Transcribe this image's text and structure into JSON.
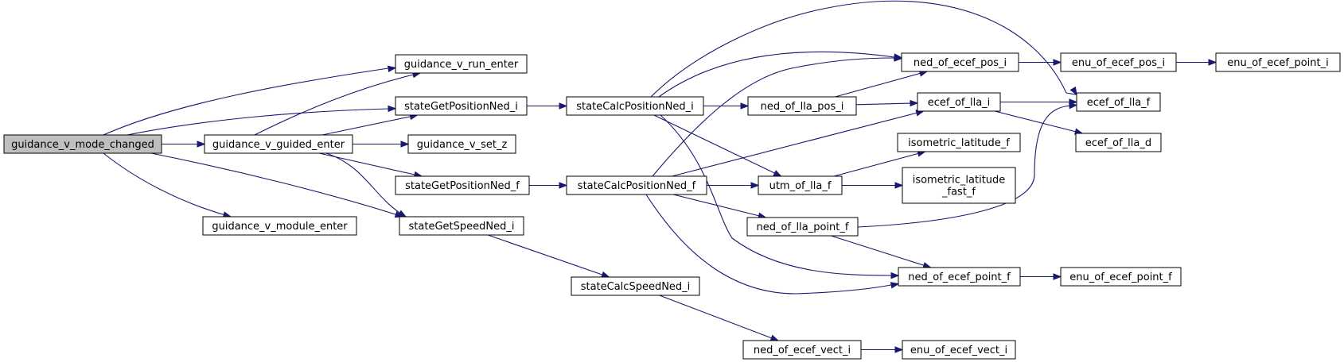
{
  "colors": {
    "edge": "#191970",
    "root_fill": "#bfbfbf",
    "node_fill": "#ffffff"
  },
  "nodes": [
    {
      "id": "root",
      "label": "guidance_v_mode_changed",
      "root": true
    },
    {
      "id": "run_enter",
      "label": "guidance_v_run_enter"
    },
    {
      "id": "guided_enter",
      "label": "guidance_v_guided_enter"
    },
    {
      "id": "module_enter",
      "label": "guidance_v_module_enter"
    },
    {
      "id": "get_pos_ned_i",
      "label": "stateGetPositionNed_i"
    },
    {
      "id": "set_z",
      "label": "guidance_v_set_z"
    },
    {
      "id": "get_pos_ned_f",
      "label": "stateGetPositionNed_f"
    },
    {
      "id": "get_speed_ned_i",
      "label": "stateGetSpeedNed_i"
    },
    {
      "id": "calc_pos_ned_i",
      "label": "stateCalcPositionNed_i"
    },
    {
      "id": "calc_pos_ned_f",
      "label": "stateCalcPositionNed_f"
    },
    {
      "id": "calc_speed_ned_i",
      "label": "stateCalcSpeedNed_i"
    },
    {
      "id": "ned_of_ecef_pos_i",
      "label": "ned_of_ecef_pos_i"
    },
    {
      "id": "ned_of_lla_pos_i",
      "label": "ned_of_lla_pos_i"
    },
    {
      "id": "ecef_of_lla_i",
      "label": "ecef_of_lla_i"
    },
    {
      "id": "utm_of_lla_f",
      "label": "utm_of_lla_f"
    },
    {
      "id": "ned_of_lla_point_f",
      "label": "ned_of_lla_point_f"
    },
    {
      "id": "ned_of_ecef_point_f",
      "label": "ned_of_ecef_point_f"
    },
    {
      "id": "ned_of_ecef_vect_i",
      "label": "ned_of_ecef_vect_i"
    },
    {
      "id": "enu_of_ecef_pos_i",
      "label": "enu_of_ecef_pos_i"
    },
    {
      "id": "enu_of_ecef_point_i",
      "label": "enu_of_ecef_point_i"
    },
    {
      "id": "ecef_of_lla_f",
      "label": "ecef_of_lla_f"
    },
    {
      "id": "ecef_of_lla_d",
      "label": "ecef_of_lla_d"
    },
    {
      "id": "isometric_latitude_f",
      "label": "isometric_latitude_f"
    },
    {
      "id": "isometric_latitude_fast_f",
      "label": [
        "isometric_latitude",
        "_fast_f"
      ]
    },
    {
      "id": "enu_of_ecef_point_f",
      "label": "enu_of_ecef_point_f"
    },
    {
      "id": "enu_of_ecef_vect_i",
      "label": "enu_of_ecef_vect_i"
    }
  ],
  "edges": [
    [
      "root",
      "run_enter"
    ],
    [
      "root",
      "get_pos_ned_i"
    ],
    [
      "root",
      "guided_enter"
    ],
    [
      "root",
      "module_enter"
    ],
    [
      "root",
      "get_speed_ned_i"
    ],
    [
      "guided_enter",
      "run_enter"
    ],
    [
      "guided_enter",
      "get_pos_ned_i"
    ],
    [
      "guided_enter",
      "set_z"
    ],
    [
      "guided_enter",
      "get_pos_ned_f"
    ],
    [
      "guided_enter",
      "get_speed_ned_i"
    ],
    [
      "get_pos_ned_i",
      "calc_pos_ned_i"
    ],
    [
      "get_pos_ned_f",
      "calc_pos_ned_f"
    ],
    [
      "get_speed_ned_i",
      "calc_speed_ned_i"
    ],
    [
      "calc_pos_ned_i",
      "ecef_of_lla_f"
    ],
    [
      "calc_pos_ned_i",
      "ned_of_ecef_pos_i"
    ],
    [
      "calc_pos_ned_i",
      "ned_of_lla_pos_i"
    ],
    [
      "calc_pos_ned_i",
      "utm_of_lla_f"
    ],
    [
      "calc_pos_ned_i",
      "ned_of_ecef_point_f"
    ],
    [
      "ned_of_lla_pos_i",
      "ned_of_ecef_pos_i"
    ],
    [
      "ned_of_lla_pos_i",
      "ecef_of_lla_i"
    ],
    [
      "calc_pos_ned_f",
      "ned_of_ecef_pos_i"
    ],
    [
      "calc_pos_ned_f",
      "ecef_of_lla_i"
    ],
    [
      "calc_pos_ned_f",
      "utm_of_lla_f"
    ],
    [
      "calc_pos_ned_f",
      "ned_of_lla_point_f"
    ],
    [
      "calc_pos_ned_f",
      "ned_of_ecef_point_f"
    ],
    [
      "ned_of_ecef_pos_i",
      "enu_of_ecef_pos_i"
    ],
    [
      "enu_of_ecef_pos_i",
      "enu_of_ecef_point_i"
    ],
    [
      "ecef_of_lla_i",
      "ecef_of_lla_f"
    ],
    [
      "ecef_of_lla_i",
      "ecef_of_lla_d"
    ],
    [
      "utm_of_lla_f",
      "isometric_latitude_f"
    ],
    [
      "utm_of_lla_f",
      "isometric_latitude_fast_f"
    ],
    [
      "ned_of_lla_point_f",
      "ecef_of_lla_f"
    ],
    [
      "ned_of_lla_point_f",
      "ned_of_ecef_point_f"
    ],
    [
      "ned_of_ecef_point_f",
      "enu_of_ecef_point_f"
    ],
    [
      "calc_speed_ned_i",
      "ned_of_ecef_vect_i"
    ],
    [
      "ned_of_ecef_vect_i",
      "enu_of_ecef_vect_i"
    ]
  ]
}
